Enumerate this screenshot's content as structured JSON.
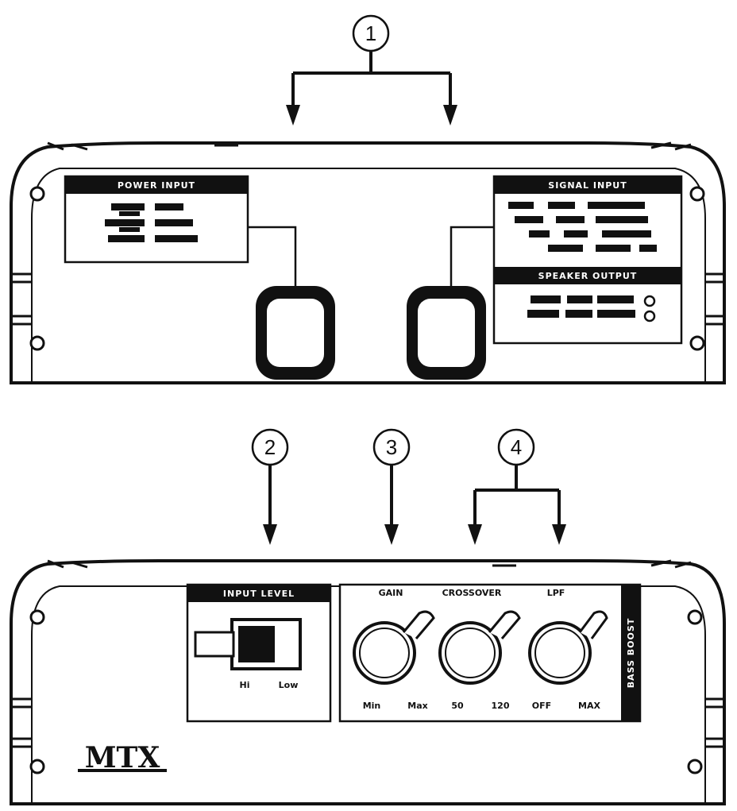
{
  "callouts": {
    "c1": "1",
    "c2": "2",
    "c3": "3",
    "c4": "4"
  },
  "front_panel": {
    "power_input": {
      "header": "POWER INPUT"
    },
    "signal_input": {
      "header": "SIGNAL INPUT"
    },
    "speaker_output": {
      "header": "SPEAKER OUTPUT"
    }
  },
  "rear_panel": {
    "input_level": {
      "header": "INPUT LEVEL",
      "scale_min": "Hi",
      "scale_max": "Low"
    },
    "controls": {
      "labels": [
        "GAIN",
        "CROSSOVER",
        "LPF"
      ],
      "knob_1": {
        "min": "Min",
        "max": "Max"
      },
      "knob_2": {
        "min": "50",
        "max": "120"
      },
      "knob_3": {
        "min": "OFF",
        "max": "MAX"
      },
      "side_label": "BASS BOOST"
    },
    "logo": {
      "brand": "MTX"
    }
  }
}
